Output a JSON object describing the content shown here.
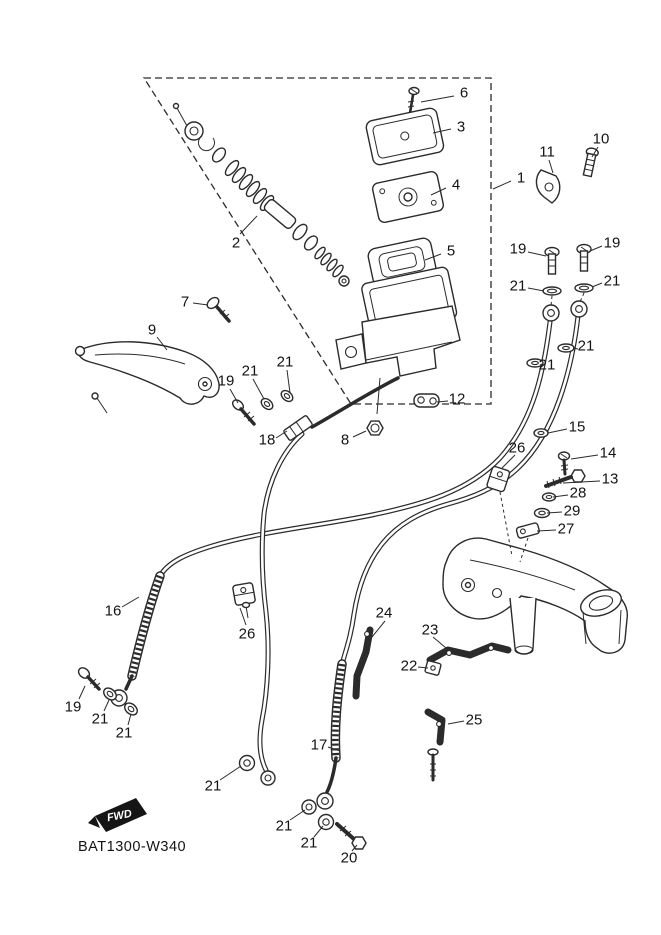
{
  "diagram": {
    "code": "BAT1300-W340",
    "fwd_label": "FWD"
  },
  "colors": {
    "line": "#2b2b2b",
    "background": "#ffffff",
    "flag": "#151515"
  },
  "callouts": [
    {
      "id": "6",
      "label": "6"
    },
    {
      "id": "3",
      "label": "3"
    },
    {
      "id": "1",
      "label": "1"
    },
    {
      "id": "10",
      "label": "10"
    },
    {
      "id": "11",
      "label": "11"
    },
    {
      "id": "4",
      "label": "4"
    },
    {
      "id": "5",
      "label": "5"
    },
    {
      "id": "19-a",
      "label": "19"
    },
    {
      "id": "19-b",
      "label": "19"
    },
    {
      "id": "21-a",
      "label": "21"
    },
    {
      "id": "21-b",
      "label": "21"
    },
    {
      "id": "2",
      "label": "2"
    },
    {
      "id": "7",
      "label": "7"
    },
    {
      "id": "9",
      "label": "9"
    },
    {
      "id": "21-c",
      "label": "21"
    },
    {
      "id": "21-d",
      "label": "21"
    },
    {
      "id": "19-c",
      "label": "19"
    },
    {
      "id": "21-e",
      "label": "21"
    },
    {
      "id": "21-f",
      "label": "21"
    },
    {
      "id": "12",
      "label": "12"
    },
    {
      "id": "15",
      "label": "15"
    },
    {
      "id": "8",
      "label": "8"
    },
    {
      "id": "18",
      "label": "18"
    },
    {
      "id": "26-a",
      "label": "26"
    },
    {
      "id": "14",
      "label": "14"
    },
    {
      "id": "13",
      "label": "13"
    },
    {
      "id": "28",
      "label": "28"
    },
    {
      "id": "29",
      "label": "29"
    },
    {
      "id": "27",
      "label": "27"
    },
    {
      "id": "16",
      "label": "16"
    },
    {
      "id": "24",
      "label": "24"
    },
    {
      "id": "23",
      "label": "23"
    },
    {
      "id": "26-b",
      "label": "26"
    },
    {
      "id": "22",
      "label": "22"
    },
    {
      "id": "19-d",
      "label": "19"
    },
    {
      "id": "21-g",
      "label": "21"
    },
    {
      "id": "21-h",
      "label": "21"
    },
    {
      "id": "25",
      "label": "25"
    },
    {
      "id": "17",
      "label": "17"
    },
    {
      "id": "21-i",
      "label": "21"
    },
    {
      "id": "21-j",
      "label": "21"
    },
    {
      "id": "21-k",
      "label": "21"
    },
    {
      "id": "20",
      "label": "20"
    }
  ]
}
